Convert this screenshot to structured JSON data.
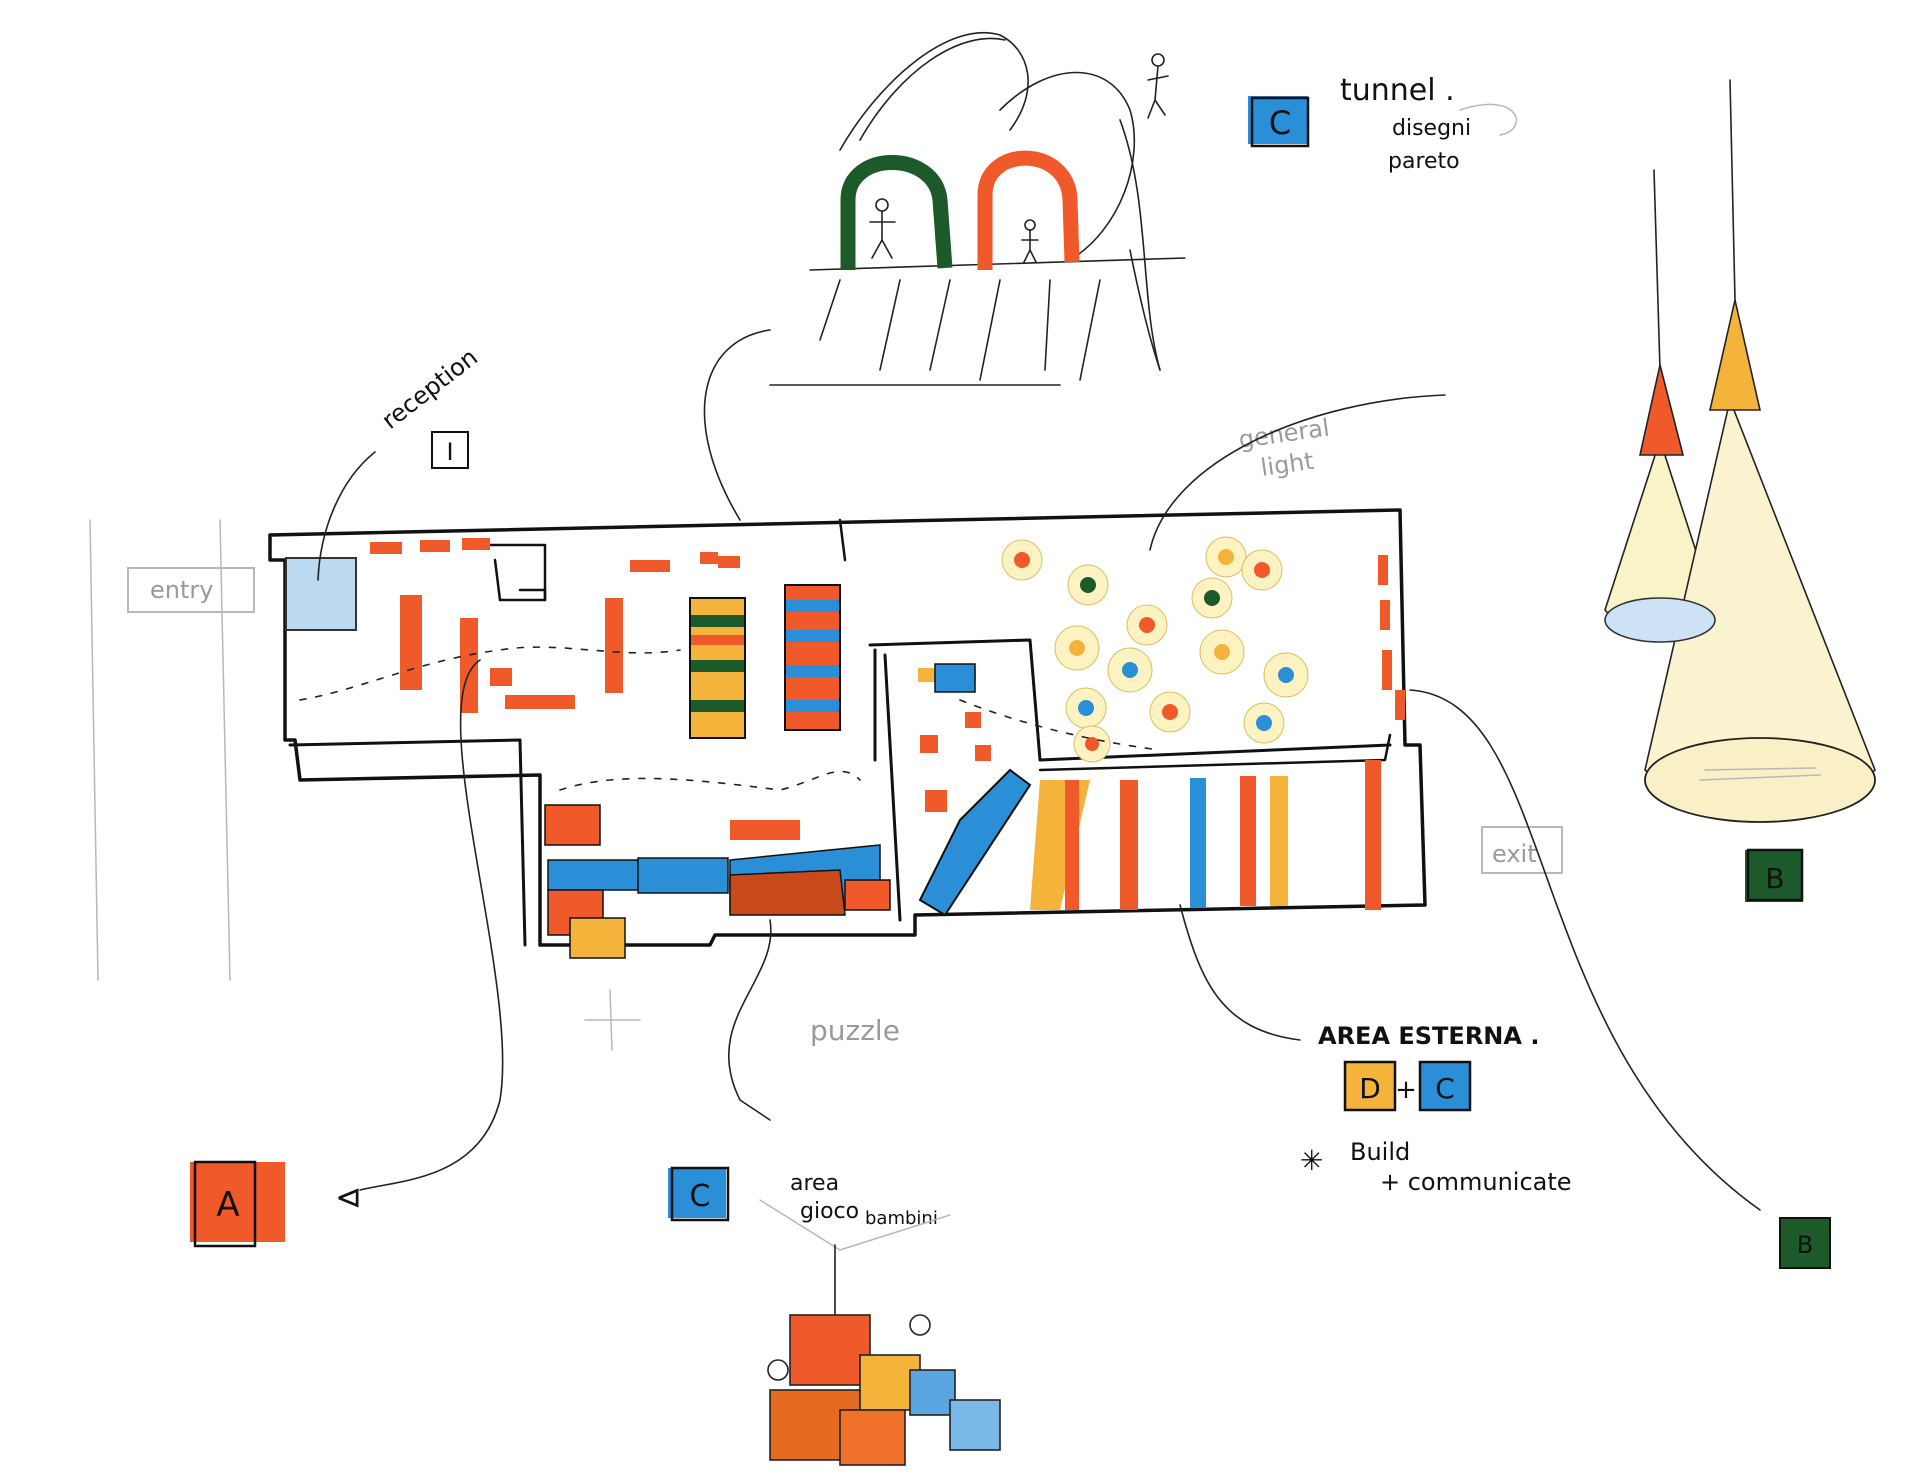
{
  "colors": {
    "orange": "#f0592a",
    "blue": "#2a8fd6",
    "yellow": "#f4b33a",
    "green": "#1c5a2a",
    "ink": "#111111",
    "pencil": "#9a9a9a"
  },
  "labels": {
    "tunnel": "tunnel .",
    "tunnel_note_1": "disegni",
    "tunnel_note_2": "pareto",
    "reception": "reception",
    "entry": "entry",
    "exit": "exit",
    "general_light_1": "general",
    "general_light_2": "light",
    "puzzle": "puzzle",
    "area_esterna": "AREA ESTERNA .",
    "build_communicate_1": "Build",
    "build_communicate_2": "+ communicate",
    "area_gioco_1": "area",
    "area_gioco_2": "gioco",
    "area_gioco_3": "bambini"
  },
  "keys": {
    "tunnel": "C",
    "reception": "I",
    "area_a": "A",
    "area_c": "C",
    "area_d": "D",
    "area_c2": "C",
    "plus": "+",
    "b_light": "B",
    "b_corner": "B"
  },
  "icons": {
    "tunnel_sketch": "tunnel-arches-icon",
    "pendant_lamps": "pendant-lamp-icon",
    "play_cubes": "play-cubes-icon",
    "floor_plan": "floor-plan-icon",
    "asterisk": "asterisk-icon"
  }
}
